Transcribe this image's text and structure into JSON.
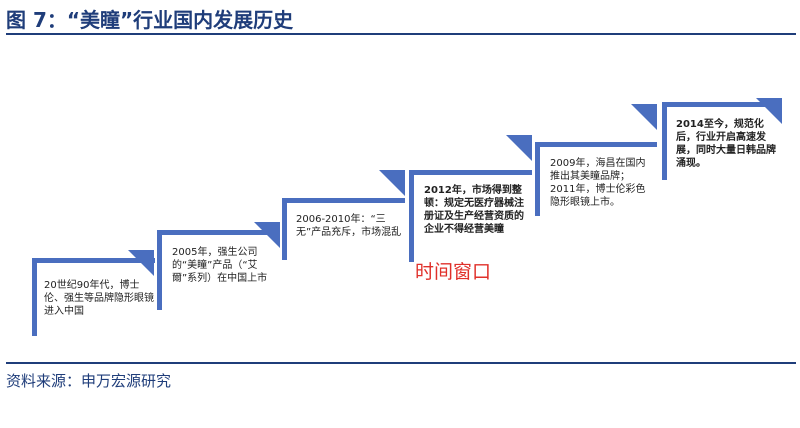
{
  "header": {
    "title": "图 7：“美瞳”行业国内发展历史"
  },
  "footer": {
    "source": "资料来源：申万宏源研究"
  },
  "colors": {
    "accent": "#1f3d7a",
    "step": "#4a6ebf",
    "highlight": "#e0302a"
  },
  "stages": [
    {
      "text": "20世纪90年代，博士伦、强生等品牌隐形眼镜进入中国"
    },
    {
      "text": "2005年，强生公司的“美瞳”产品（“艾爾”系列）在中国上市"
    },
    {
      "text": "2006-2010年：“三无”产品充斥，市场混乱"
    },
    {
      "text": "2012年，市场得到整顿：规定无医疗器械注册证及生产经营资质的企业不得经营美瞳"
    },
    {
      "text": "2009年，海昌在国内推出其美瞳品牌；2011年，博士伦彩色隐形眼镜上市。"
    },
    {
      "text": "2014至今，规范化后，行业开启高速发展，同时大量日韩品牌涌现。"
    }
  ],
  "annotation": {
    "text": "时间窗口"
  }
}
